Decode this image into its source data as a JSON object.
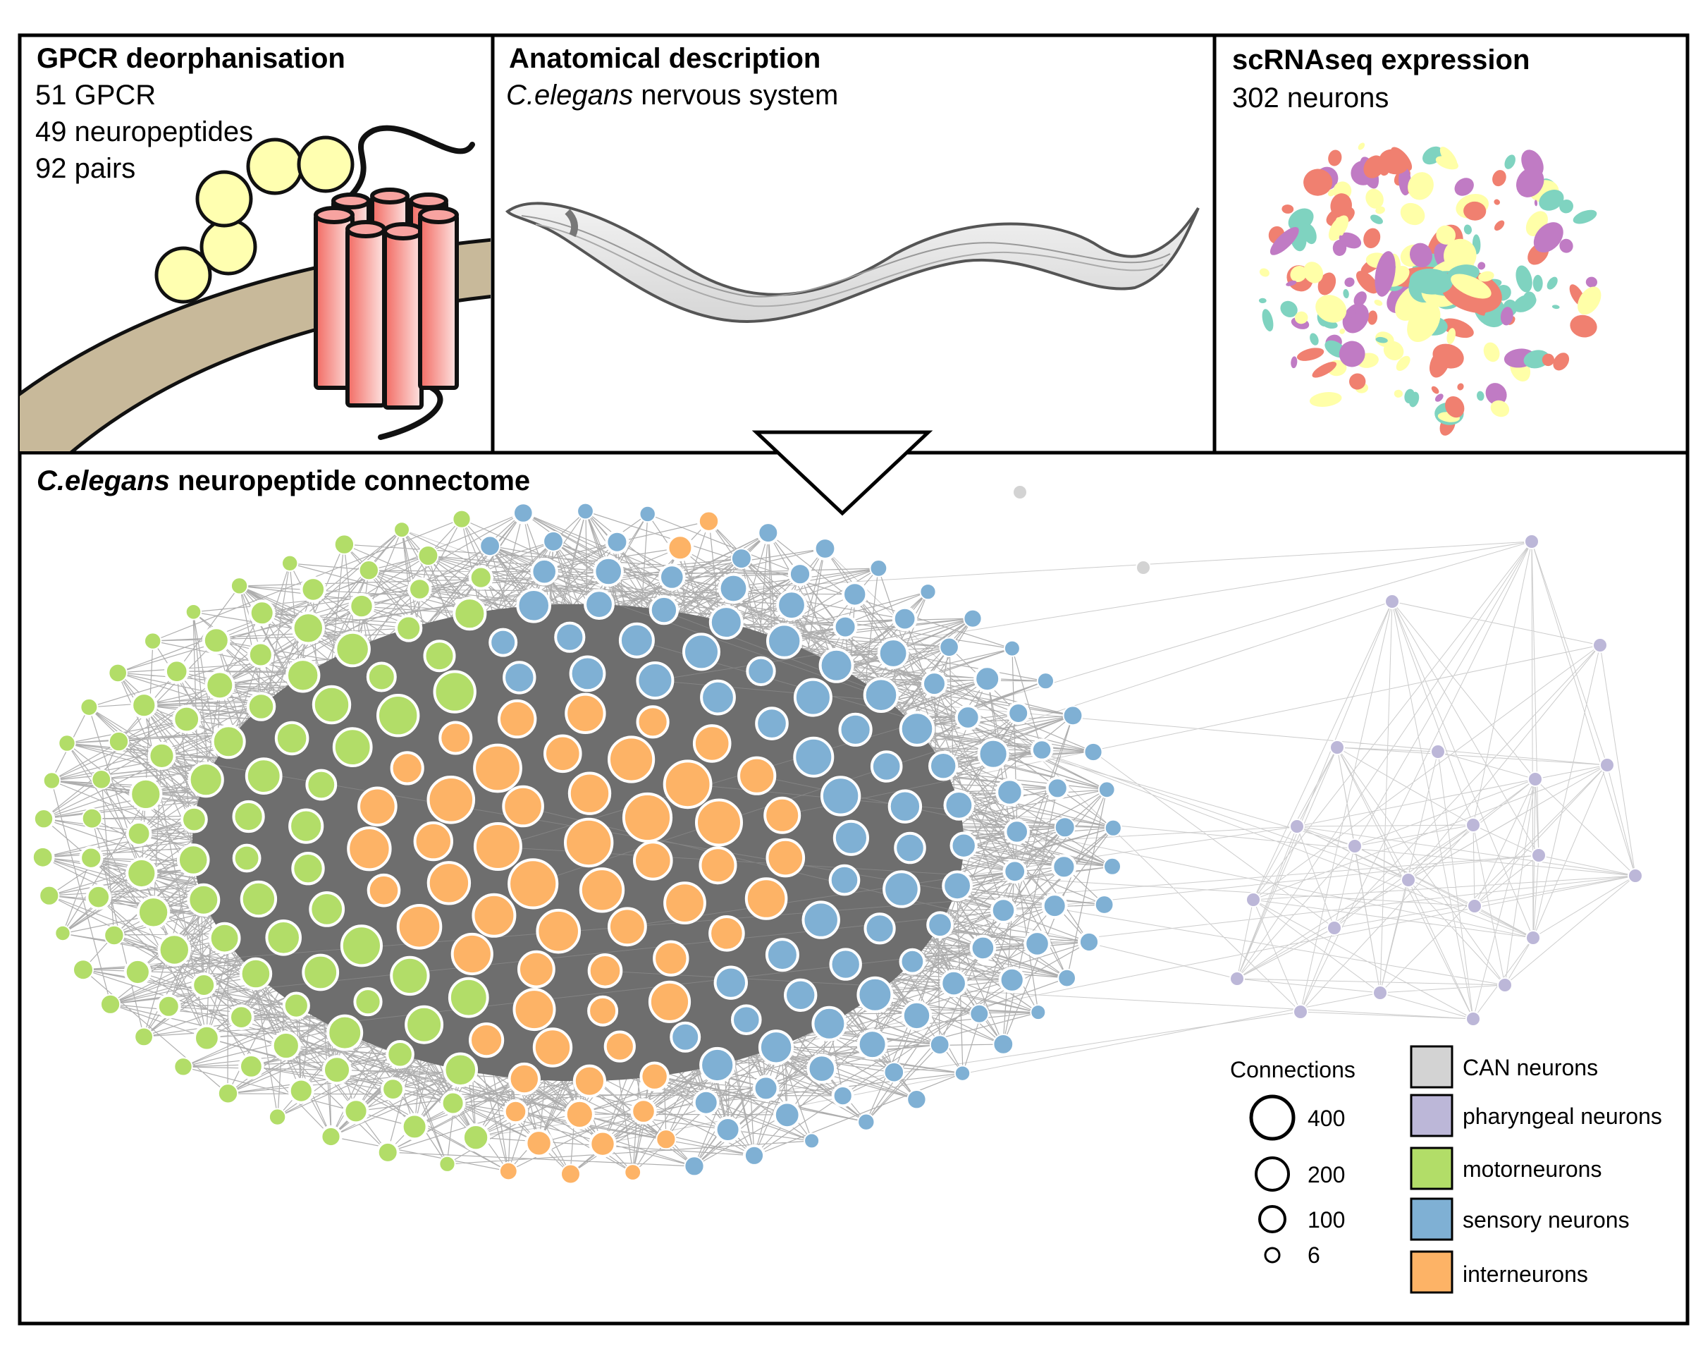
{
  "panels": {
    "gpcr": {
      "title": "GPCR deorphanisation",
      "lines": [
        "51 GPCR",
        "49 neuropeptides",
        "92 pairs"
      ]
    },
    "anatomy": {
      "title": "Anatomical description",
      "subtitle_italic": "C.elegans",
      "subtitle_rest": " nervous system"
    },
    "scrna": {
      "title": "scRNAseq expression",
      "subtitle": "302 neurons"
    },
    "connectome": {
      "title_italic": "C.elegans",
      "title_rest": " neuropeptide connectome"
    }
  },
  "legend": {
    "size_title": "Connections",
    "sizes": [
      {
        "label": "400",
        "value": 400
      },
      {
        "label": "200",
        "value": 200
      },
      {
        "label": "100",
        "value": 100
      },
      {
        "label": "6",
        "value": 6
      }
    ],
    "categories": [
      {
        "label": "CAN neurons",
        "color": "#d3d3d3"
      },
      {
        "label": "pharyngeal neurons",
        "color": "#bcb7d8"
      },
      {
        "label": "motorneurons",
        "color": "#b2dd68"
      },
      {
        "label": "sensory neurons",
        "color": "#7fb0d4"
      },
      {
        "label": "interneurons",
        "color": "#fdb366"
      }
    ]
  },
  "colors": {
    "membrane": "#c8b99a",
    "peptide": "#ffffb0",
    "receptor": "#f7a3a0",
    "edge": "#6b6b6b",
    "cluster_teal": "#7fd3c0",
    "cluster_purple": "#c07bc4",
    "cluster_red": "#f08070",
    "cluster_yellow": "#ffffa8"
  }
}
